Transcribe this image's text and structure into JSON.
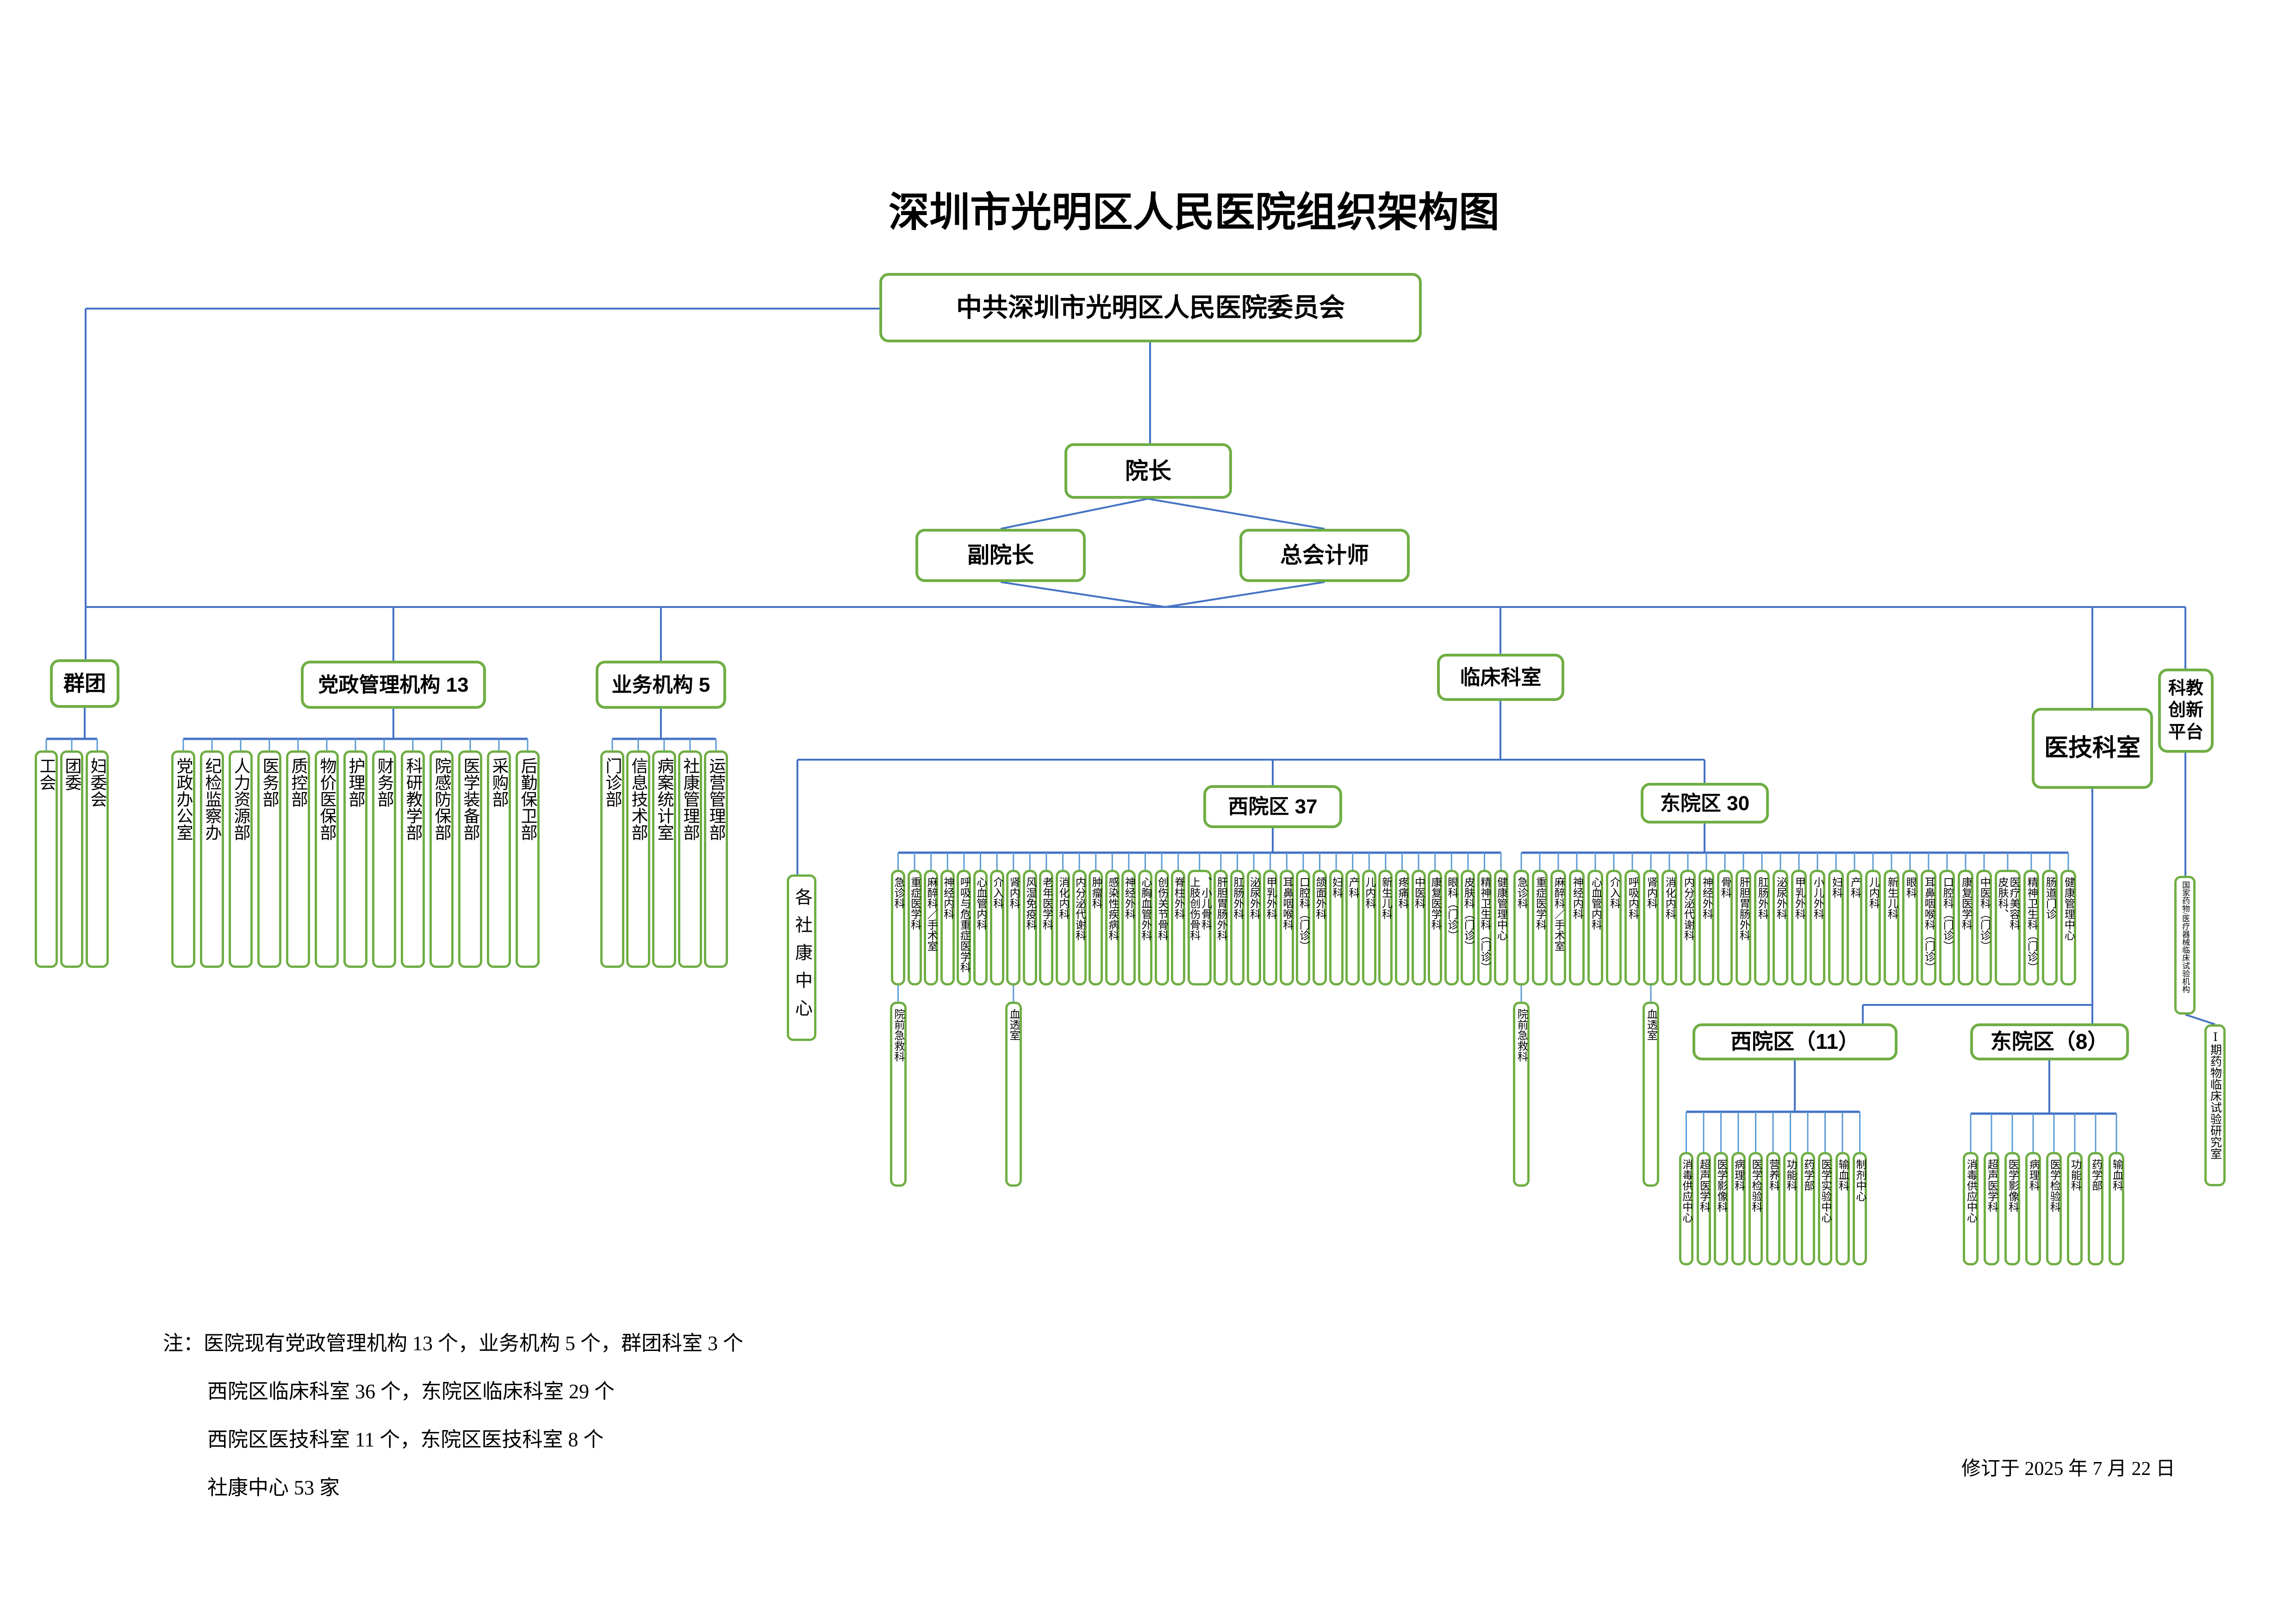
{
  "title": "深圳市光明区人民医院组织架构图",
  "committee": "中共深圳市光明区人民医院委员会",
  "leadership": {
    "president": "院长",
    "vice_president": "副院长",
    "chief_accountant": "总会计师"
  },
  "groups": {
    "mass_org": {
      "label": "群团",
      "items": [
        "工会",
        "团委",
        "妇委会"
      ]
    },
    "admin": {
      "label": "党政管理机构 13",
      "items": [
        "党政办公室",
        "纪检监察办",
        "人力资源部",
        "医务部",
        "质控部",
        "物价医保部",
        "护理部",
        "财务部",
        "科研教学部",
        "院感防保部",
        "医学装备部",
        "采购部",
        "后勤保卫部"
      ]
    },
    "business": {
      "label": "业务机构 5",
      "items": [
        "门诊部",
        "信息技术部",
        "病案统计室",
        "社康管理部",
        "运营管理部"
      ]
    },
    "clinical": {
      "label": "临床科室",
      "community": "各社康中心",
      "west": {
        "label": "西院区 37",
        "items": [
          "急诊科",
          "重症医学科",
          "麻醉科／手术室",
          "神经内科",
          "呼吸与危重症医学科",
          "心血管内科",
          "介入科",
          "肾内科",
          "风湿免疫科",
          "老年医学科",
          "消化内科",
          "内分泌代谢科",
          "肿瘤科",
          "感染性疾病科",
          "神经外科",
          "心胸血管外科",
          "创伤关节骨科",
          "脊柱外科",
          "上肢创伤骨科\n、小儿骨科",
          "肝胆胃肠外科",
          "肛肠外科",
          "泌尿外科",
          "甲乳外科",
          "耳鼻咽喉科",
          "口腔科（门诊）",
          "颌面外科",
          "妇科",
          "产科",
          "儿内科",
          "新生儿科",
          "疼痛科",
          "中医科",
          "康复医学科",
          "眼科（门诊）",
          "皮肤科（门诊）",
          "精神卫生科（门诊）",
          "健康管理中心"
        ],
        "subs": [
          {
            "parent": "急诊科",
            "label": "院前急救科"
          },
          {
            "parent": "肾内科",
            "label": "血透室"
          }
        ]
      },
      "east": {
        "label": "东院区 30",
        "items": [
          "急诊科",
          "重症医学科",
          "麻醉科／手术室",
          "神经内科",
          "心血管内科",
          "介入科",
          "呼吸内科",
          "肾内科",
          "消化内科",
          "内分泌代谢科",
          "神经外科",
          "骨科",
          "肝胆胃肠外科",
          "肛肠外科",
          "泌尿外科",
          "甲乳外科",
          "小儿外科",
          "妇科",
          "产科",
          "儿内科",
          "新生儿科",
          "眼科",
          "耳鼻咽喉科（门诊）",
          "口腔科（门诊）",
          "康复医学科",
          "中医科（门诊）",
          "皮肤科、\n医疗美容科",
          "精神卫生科（门诊）",
          "肠道门诊",
          "健康管理中心"
        ],
        "subs": [
          {
            "parent": "急诊科",
            "label": "院前急救科"
          },
          {
            "parent": "肾内科",
            "label": "血透室"
          }
        ]
      }
    },
    "medtech": {
      "label": "医技科室",
      "west": {
        "label": "西院区（11）",
        "items": [
          "消毒供应中心",
          "超声医学科",
          "医学影像科",
          "病理科",
          "医学检验科",
          "营养科",
          "功能科",
          "药学部",
          "医学实验中心",
          "输血科",
          "制剂中心"
        ]
      },
      "east": {
        "label": "东院区（8）",
        "items": [
          "消毒供应中心",
          "超声医学科",
          "医学影像科",
          "病理科",
          "医学检验科",
          "功能科",
          "药学部",
          "输血科"
        ]
      }
    },
    "research": {
      "label": "科教创新平台",
      "items": [
        "国家药物/医疗器械临床试验机构",
        "Ⅰ期药物临床试验研究室"
      ]
    }
  },
  "notes": [
    "注：医院现有党政管理机构 13 个，业务机构 5 个，群团科室 3 个",
    "西院区临床科室 36 个，东院区临床科室 29 个",
    "西院区医技科室 11 个，东院区医技科室 8 个",
    "社康中心 53 家"
  ],
  "revision": "修订于 2025 年 7 月 22 日",
  "colors": {
    "box_border": "#6FAE44",
    "line_main": "#4472C4",
    "line_drop": "#5B9BD5"
  }
}
